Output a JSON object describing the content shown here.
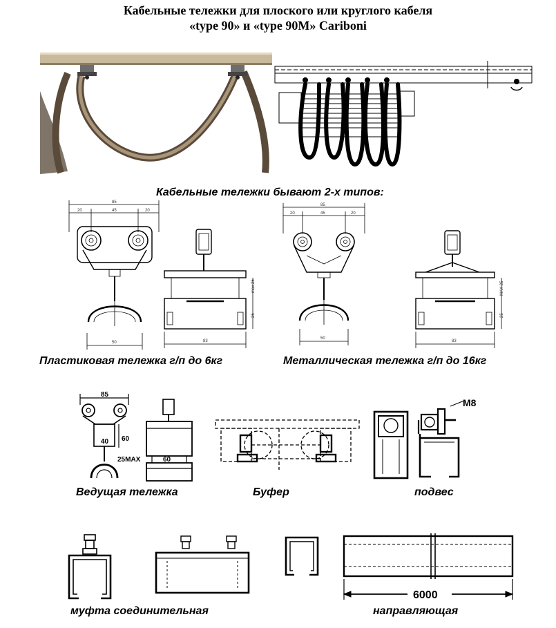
{
  "title": {
    "line1": "Кабельные тележки для плоского или круглого кабеля",
    "line2": "«type 90» и «type 90M» Cariboni"
  },
  "subtitle": "Кабельные тележки бывают 2-х типов:",
  "captions": {
    "plastic": "Пластиковая тележка   г/п до 6кг",
    "metal": "Металлическая тележка  г/п до 16кг",
    "leading": "Ведущая тележка",
    "buffer": "Буфер",
    "hanger": "подвес",
    "coupling": "муфта соединительная",
    "guide": "направляющая"
  },
  "dimensions": {
    "plastic": {
      "total": "85",
      "left": "20",
      "mid": "45",
      "right": "20",
      "bottom": "50",
      "side_bottom": "83",
      "side_upper": "max 25",
      "side_lower": "25"
    },
    "metal": {
      "total": "85",
      "left": "20",
      "mid": "45",
      "right": "20",
      "bottom": "50",
      "side_bottom": "83",
      "side_upper": "MAX 25",
      "side_lower": "25"
    },
    "leading": {
      "top": "85",
      "mid": "40",
      "height": "60",
      "max": "25MAX",
      "base": "60"
    },
    "hanger_bolt": "M8",
    "guide_length": "6000"
  }
}
